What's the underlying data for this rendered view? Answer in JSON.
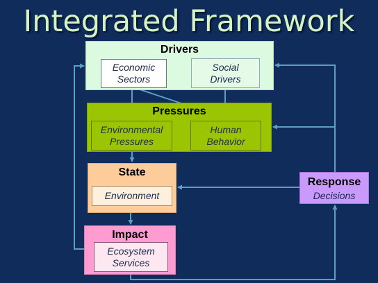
{
  "title": "Integrated Framework",
  "drivers": {
    "title": "Drivers",
    "economic_sectors": "Economic\nSectors",
    "social_drivers": "Social\nDrivers"
  },
  "pressures": {
    "title": "Pressures",
    "environmental_pressures": "Environmental\nPressures",
    "human_behavior": "Human\nBehavior"
  },
  "state": {
    "title": "State",
    "environment": "Environment"
  },
  "impact": {
    "title": "Impact",
    "ecosystem_services": "Ecosystem\nServices"
  },
  "response": {
    "title": "Response",
    "decisions": "Decisions"
  },
  "colors": {
    "background": "#0f2c5a",
    "title_text": "#d5f3c6",
    "arrow": "#5aa0c4",
    "drivers_fill": "#dcfadf",
    "pressures_fill": "#9bc402",
    "state_fill": "#fccc9b",
    "impact_fill": "#fe9cd1",
    "response_fill": "#c999fc"
  }
}
